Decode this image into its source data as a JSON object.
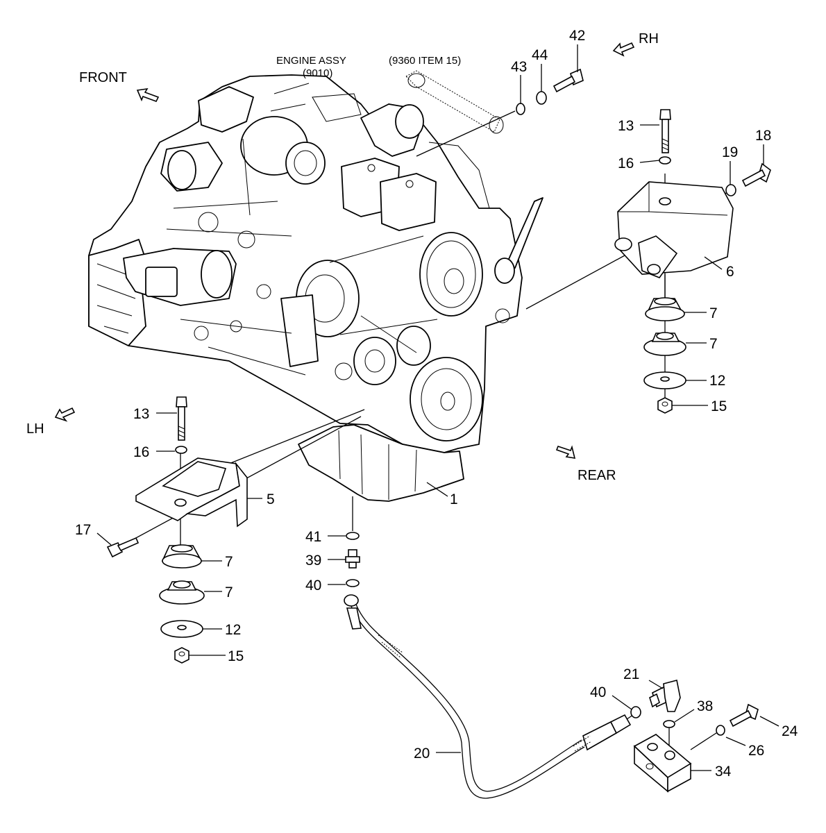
{
  "directions": {
    "front": "FRONT",
    "rear": "REAR",
    "lh": "LH",
    "rh": "RH"
  },
  "captions": {
    "engine_assy_line1": "ENGINE ASSY",
    "engine_assy_line2": "(9010)",
    "ref_9360": "(9360 ITEM 15)"
  },
  "callouts": {
    "c1": "1",
    "c5": "5",
    "c6": "6",
    "c7_rh_upper": "7",
    "c7_rh_lower": "7",
    "c7_lh_upper": "7",
    "c7_lh_lower": "7",
    "c12_rh": "12",
    "c12_lh": "12",
    "c13_rh": "13",
    "c13_lh": "13",
    "c15_rh": "15",
    "c15_lh": "15",
    "c16_rh": "16",
    "c16_lh": "16",
    "c17": "17",
    "c18": "18",
    "c19": "19",
    "c20": "20",
    "c21": "21",
    "c24": "24",
    "c26": "26",
    "c34": "34",
    "c38": "38",
    "c39": "39",
    "c40_drain": "40",
    "c40_elbow": "40",
    "c41": "41",
    "c42": "42",
    "c43": "43",
    "c44": "44"
  }
}
